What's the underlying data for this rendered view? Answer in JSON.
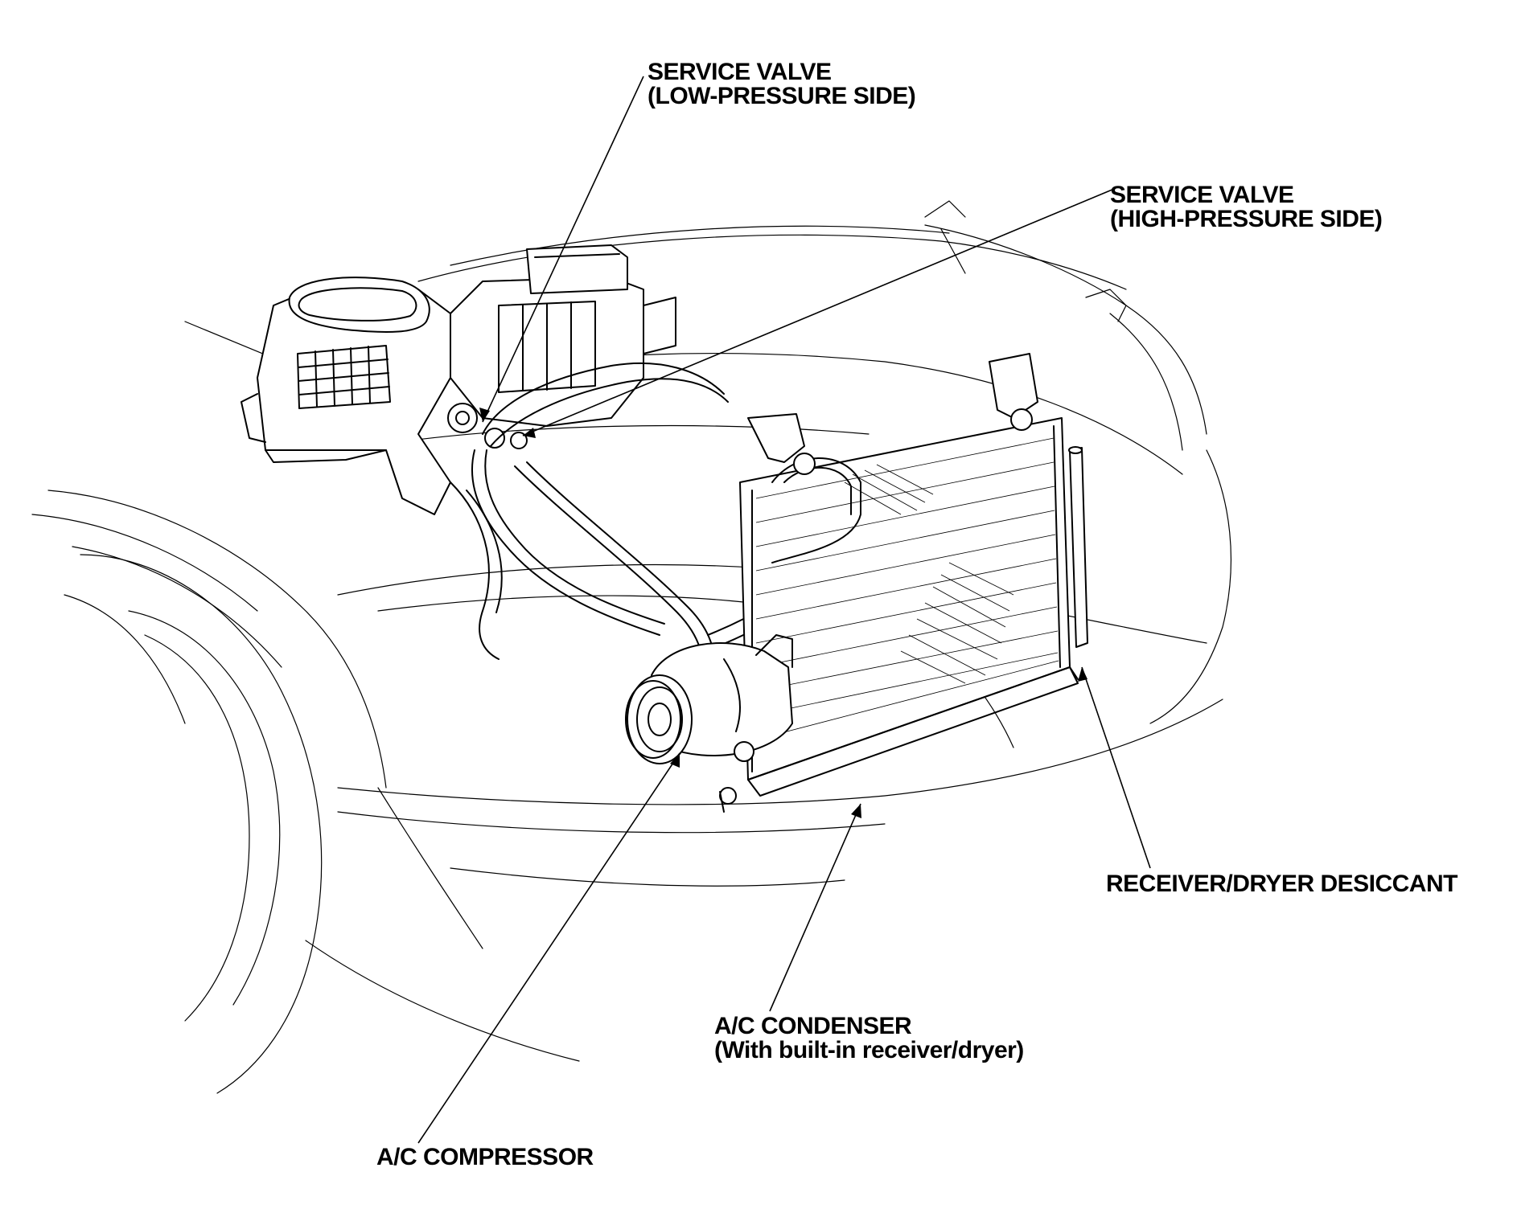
{
  "callouts": {
    "service_valve_low": {
      "line1": "SERVICE VALVE",
      "line2": "(LOW-PRESSURE SIDE)"
    },
    "service_valve_high": {
      "line1": "SERVICE VALVE",
      "line2": "(HIGH-PRESSURE SIDE)"
    },
    "receiver_dryer": {
      "line1": "RECEIVER/DRYER DESICCANT"
    },
    "condenser": {
      "line1": "A/C CONDENSER",
      "line2": "(With built-in receiver/dryer)"
    },
    "compressor": {
      "line1": "A/C COMPRESSOR"
    }
  }
}
